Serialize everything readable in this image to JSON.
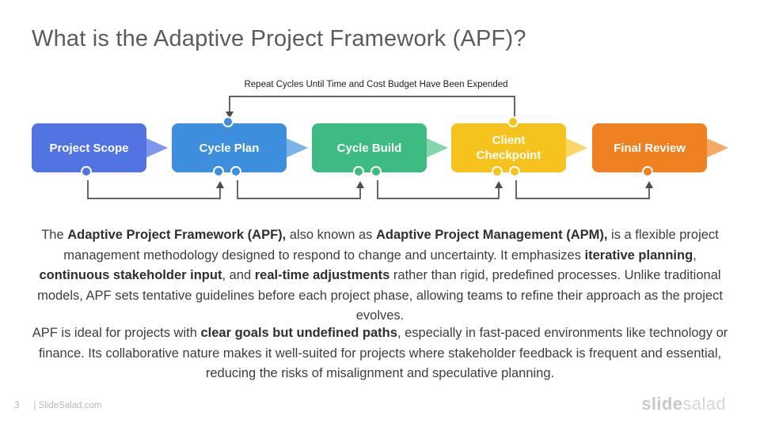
{
  "slide": {
    "title": "What is the Adaptive Project Framework (APF)?",
    "page_number": "3",
    "footer_text": "| SlideSalad.com",
    "logo": {
      "part1": "slide",
      "part2": "salad"
    }
  },
  "diagram": {
    "annotation": "Repeat Cycles Until Time and Cost Budget Have Been Expended",
    "connector_color": "#4d4d4d",
    "stages": [
      {
        "title": "Project Scope",
        "color": "#5273E2",
        "light": "#8096EA"
      },
      {
        "title": "Cycle Plan",
        "color": "#3E8EDE",
        "light": "#79B4E9"
      },
      {
        "title": "Cycle Build",
        "color": "#3EBB83",
        "light": "#83D5AE"
      },
      {
        "title": "Client Checkpoint",
        "color": "#F6C21D",
        "light": "#F9D765"
      },
      {
        "title": "Final Review",
        "color": "#F08122",
        "light": "#F5A963"
      }
    ]
  },
  "body": {
    "p1": {
      "segments": [
        {
          "t": "The "
        },
        {
          "t": "Adaptive Project Framework (APF),",
          "b": true
        },
        {
          "t": " also known as "
        },
        {
          "t": "Adaptive Project Management (APM),",
          "b": true
        },
        {
          "t": " is a flexible project management methodology designed to respond to change and uncertainty. It emphasizes "
        },
        {
          "t": "iterative planning",
          "b": true
        },
        {
          "t": ", "
        },
        {
          "t": "continuous stakeholder input",
          "b": true
        },
        {
          "t": ", and "
        },
        {
          "t": "real-time adjustments",
          "b": true
        },
        {
          "t": " rather than rigid, predefined processes. Unlike traditional models, APF sets tentative guidelines before each project phase, allowing teams to refine their approach as the project evolves."
        }
      ]
    },
    "p2": {
      "segments": [
        {
          "t": "APF is ideal for projects with "
        },
        {
          "t": "clear goals but undefined paths",
          "b": true
        },
        {
          "t": ", especially in fast-paced environments like technology or finance. Its collaborative nature makes it well-suited for projects where stakeholder feedback is frequent and essential, reducing the risks of misalignment and speculative planning."
        }
      ]
    }
  }
}
